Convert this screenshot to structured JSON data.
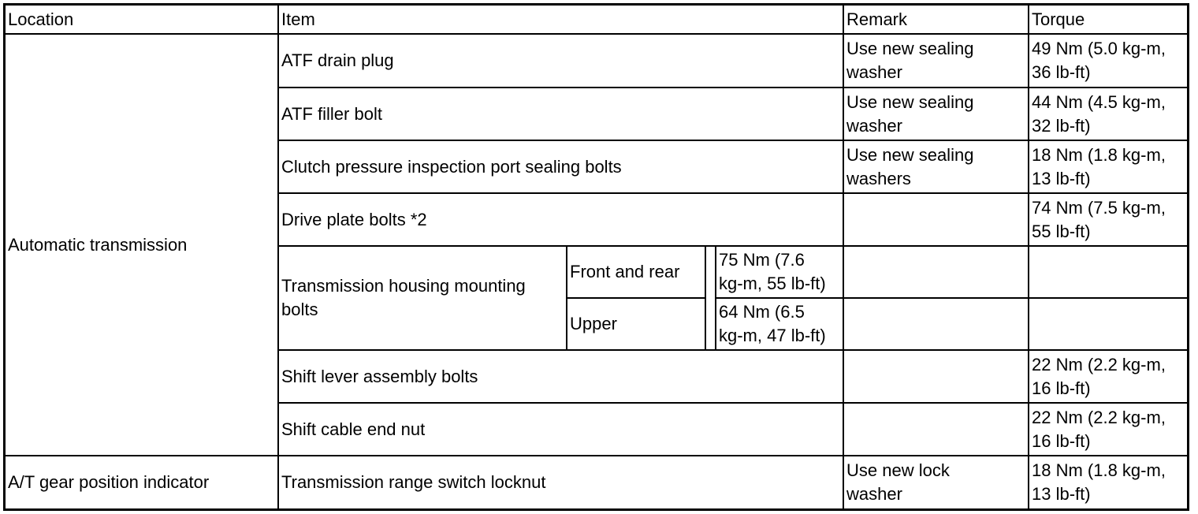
{
  "header": {
    "location": "Location",
    "item": "Item",
    "remark": "Remark",
    "torque": "Torque"
  },
  "groups": [
    {
      "location": "Automatic transmission"
    },
    {
      "location": "A/T gear position indicator"
    }
  ],
  "rows": [
    {
      "item": "ATF drain plug",
      "remark": "Use new sealing\nwasher",
      "torque": "49 Nm (5.0 kg-m,\n36 lb-ft)"
    },
    {
      "item": "ATF filler bolt",
      "remark": "Use new sealing\nwasher",
      "torque": "44 Nm (4.5 kg-m,\n32 lb-ft)"
    },
    {
      "item": "Clutch pressure inspection port sealing bolts",
      "remark": "Use new sealing\nwashers",
      "torque": "18 Nm (1.8 kg-m,\n13 lb-ft)"
    },
    {
      "item": "Drive plate bolts *2",
      "remark": "",
      "torque": "74 Nm (7.5 kg-m,\n55 lb-ft)"
    },
    {
      "item": "Transmission housing mounting\nbolts",
      "sub": [
        {
          "position": "Front and rear",
          "torque": "75 Nm (7.6\nkg-m, 55 lb-ft)"
        },
        {
          "position": "Upper",
          "torque": "64 Nm (6.5\nkg-m, 47 lb-ft)"
        }
      ]
    },
    {
      "item": "Shift lever assembly bolts",
      "remark": "",
      "torque": "22 Nm (2.2 kg-m,\n16 lb-ft)"
    },
    {
      "item": "Shift cable end nut",
      "remark": "",
      "torque": "22 Nm (2.2 kg-m,\n16 lb-ft)"
    },
    {
      "item": "Transmission range switch locknut",
      "remark": "Use new lock\nwasher",
      "torque": "18 Nm (1.8 kg-m,\n13 lb-ft)"
    }
  ]
}
